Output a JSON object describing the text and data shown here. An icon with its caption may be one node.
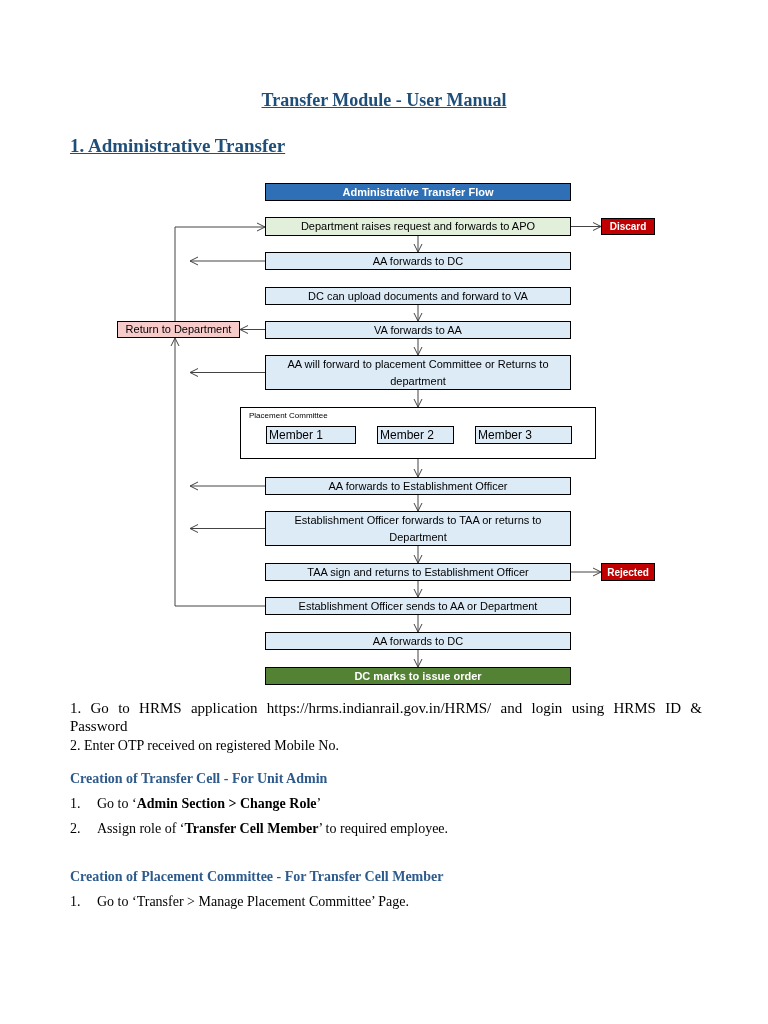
{
  "diagram": {
    "title": "Transfer Module - User Manual",
    "nodes": [
      {
        "text": [
          "Administrative Transfer Flow"
        ]
      },
      {
        "text": [
          "Department raises request and forwards to APO"
        ]
      },
      {
        "text": [
          "Discard"
        ]
      },
      {
        "text": [
          "AA forwards to DC"
        ]
      },
      {
        "text": [
          "DC can upload documents and forward to VA"
        ]
      },
      {
        "text": [
          "Return to Department"
        ]
      },
      {
        "text": [
          "VA forwards to AA"
        ]
      },
      {
        "text": [
          "AA will forward to placement Committee or Returns to department"
        ]
      },
      {
        "text": [
          "Placement Committee"
        ]
      },
      {
        "text": [
          "Member 1"
        ],
        "in": 8
      },
      {
        "text": [
          "Member 2"
        ],
        "in": 8
      },
      {
        "text": [
          "Member 3"
        ],
        "in": 8
      },
      {
        "text": [
          "AA forwards to Establishment Officer"
        ]
      },
      {
        "text": [
          "Establishment Officer forwards to TAA or returns to Department"
        ]
      },
      {
        "text": [
          "TAA sign and returns to Establishment Officer"
        ]
      },
      {
        "text": [
          "Rejected"
        ]
      },
      {
        "text": [
          "Establishment Officer sends to AA or Department"
        ]
      },
      {
        "text": [
          "AA forwards to DC"
        ]
      },
      {
        "text": [
          "DC marks to issue order"
        ]
      }
    ],
    "edges": [
      {
        "from": 1,
        "to": 2,
        "arrow": "to"
      },
      {
        "from": 1,
        "to": 3,
        "arrow": "to"
      },
      {
        "from": 3,
        "to": null,
        "arrow": "to"
      },
      {
        "from": 4,
        "to": 6,
        "arrow": "to"
      },
      {
        "from": 6,
        "to": 5,
        "arrow": "to"
      },
      {
        "from": 6,
        "to": 7,
        "arrow": "to"
      },
      {
        "from": 7,
        "to": null,
        "arrow": "to"
      },
      {
        "from": 7,
        "to": 8,
        "arrow": "to"
      },
      {
        "from": 8,
        "to": 12,
        "arrow": "to"
      },
      {
        "from": 12,
        "to": null,
        "arrow": "to"
      },
      {
        "from": 12,
        "to": 13,
        "arrow": "to"
      },
      {
        "from": 13,
        "to": null,
        "arrow": "to"
      },
      {
        "from": 13,
        "to": 14,
        "arrow": "to"
      },
      {
        "from": 14,
        "to": 15,
        "arrow": "to"
      },
      {
        "from": 14,
        "to": 16,
        "arrow": "to"
      },
      {
        "from": 16,
        "to": 5,
        "arrow": "to"
      },
      {
        "from": 16,
        "to": 17,
        "arrow": "to"
      },
      {
        "from": 17,
        "to": 18,
        "arrow": "to"
      },
      {
        "from": 5,
        "to": 1,
        "arrow": "to"
      }
    ],
    "labels": [
      "1. Administrative Transfer",
      "1.  Go to HRMS application https://hrms.indianrail.gov.in/HRMS/ and login using HRMS ID & Password",
      "2.  Enter OTP received on registered Mobile No.",
      "Creation of Transfer Cell - For Unit Admin",
      "1.",
      "Go to ‘**Admin Section > Change Role**’",
      "2.",
      "Assign role of ‘**Transfer Cell Member**’ to required employee.",
      "Creation of Placement Committee - For Transfer Cell Member",
      "1.",
      "Go to ‘Transfer > Manage Placement Committee’ Page."
    ]
  }
}
